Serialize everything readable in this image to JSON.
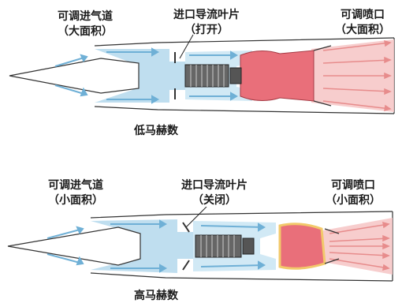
{
  "top": {
    "inlet_label": "可调进气道",
    "inlet_sub": "（大面积）",
    "guide_label": "进口导流叶片",
    "guide_sub": "（打开）",
    "nozzle_label": "可调喷口",
    "nozzle_sub": "（大面积）",
    "caption": "低马赫数"
  },
  "bottom": {
    "inlet_label": "可调进气道",
    "inlet_sub": "（小面积）",
    "guide_label": "进口导流叶片",
    "guide_sub": "（关闭）",
    "nozzle_label": "可调喷口",
    "nozzle_sub": "（小面积）",
    "caption": "高马赫数"
  },
  "colors": {
    "airflow": "#a9d3ea",
    "airflow_dark": "#6fb0d6",
    "exhaust": "#f4b3b3",
    "combustion": "#e96f7a",
    "flame": "#f2c96b",
    "outline": "#333333"
  }
}
